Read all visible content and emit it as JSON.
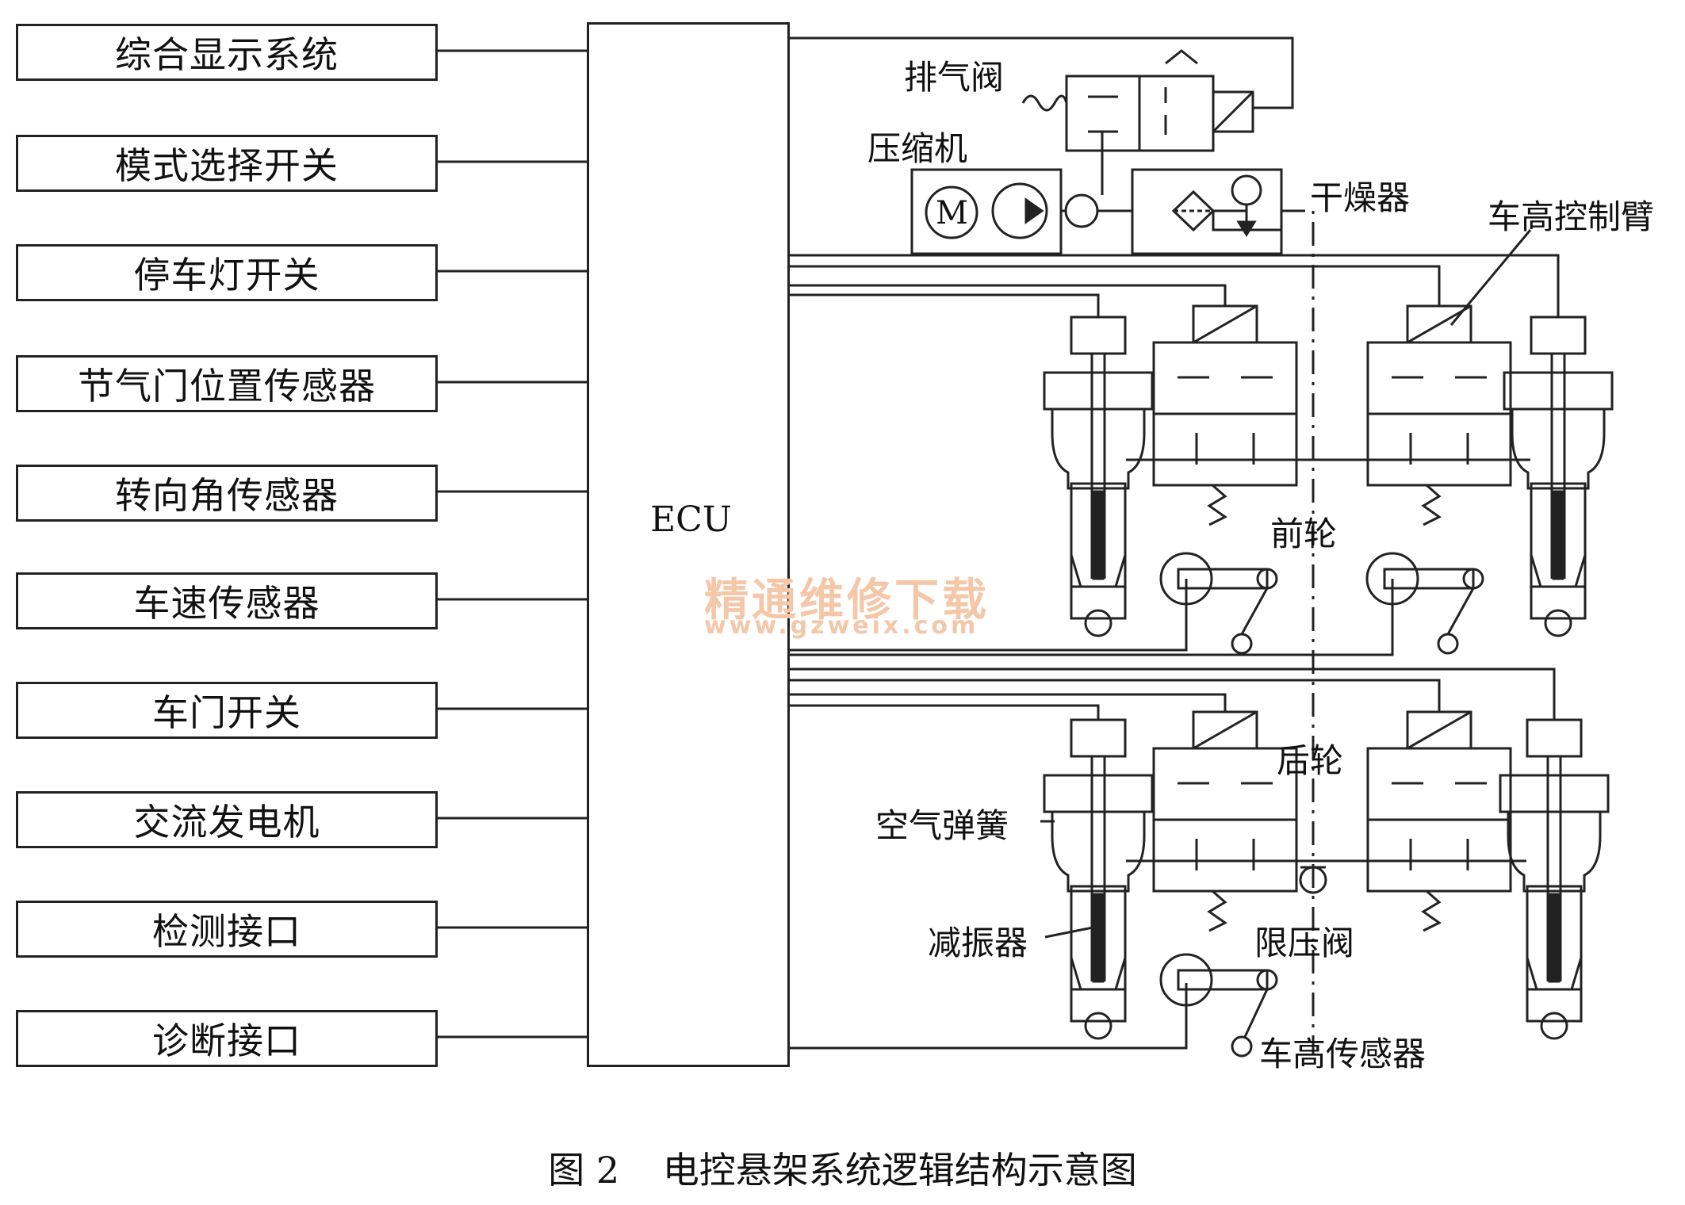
{
  "inputs": [
    "综合显示系统",
    "模式选择开关",
    "停车灯开关",
    "节气门位置传感器",
    "转向角传感器",
    "车速传感器",
    "车门开关",
    "交流发电机",
    "检测接口",
    "诊断接口"
  ],
  "ecu": "ECU",
  "labels": {
    "exhaust_valve": "排气阀",
    "compressor": "压缩机",
    "motor_symbol": "M",
    "dryer": "干燥器",
    "height_arm": "车高控制臂",
    "front_wheel": "前轮",
    "rear_wheel": "后轮",
    "air_spring": "空气弹簧",
    "damper": "减振器",
    "relief_valve": "限压阀",
    "height_sensor": "车高传感器"
  },
  "watermark": {
    "line1": "精通维修下载",
    "line2": "www.gzweix.com"
  },
  "caption": {
    "figure": "图 2",
    "title": "电控悬架系统逻辑结构示意图"
  }
}
